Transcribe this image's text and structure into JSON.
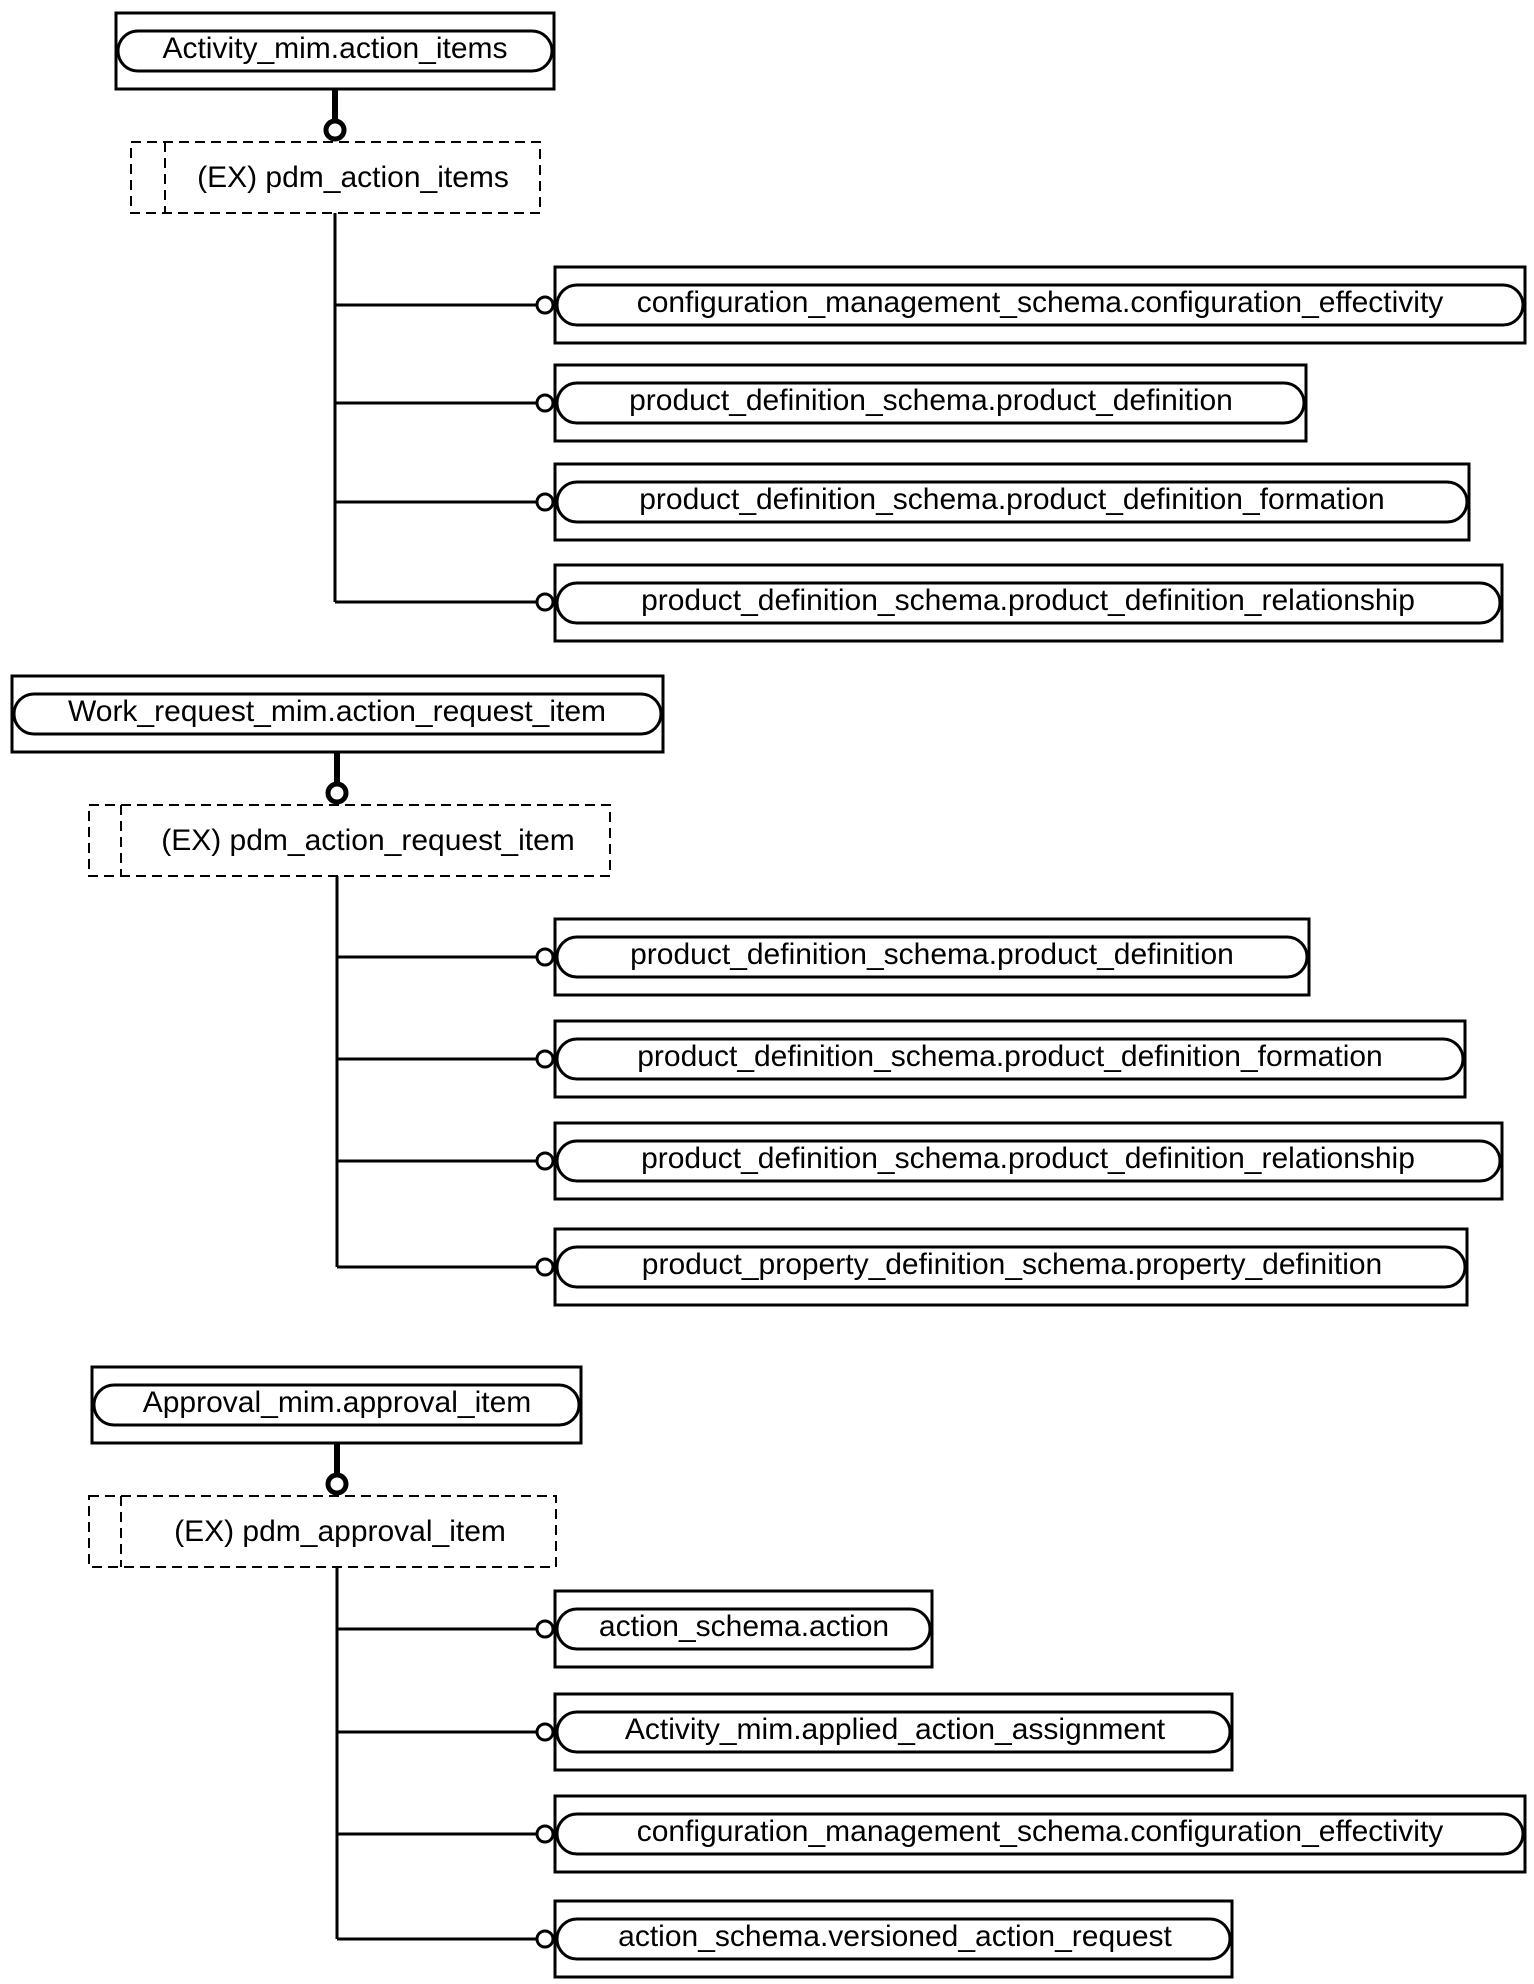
{
  "diagram": {
    "groups": [
      {
        "parent": "Activity_mim.action_items",
        "extension": "(EX) pdm_action_items",
        "children": [
          "configuration_management_schema.configuration_effectivity",
          "product_definition_schema.product_definition",
          "product_definition_schema.product_definition_formation",
          "product_definition_schema.product_definition_relationship"
        ]
      },
      {
        "parent": "Work_request_mim.action_request_item",
        "extension": "(EX) pdm_action_request_item",
        "children": [
          "product_definition_schema.product_definition",
          "product_definition_schema.product_definition_formation",
          "product_definition_schema.product_definition_relationship",
          "product_property_definition_schema.property_definition"
        ]
      },
      {
        "parent": "Approval_mim.approval_item",
        "extension": "(EX) pdm_approval_item",
        "children": [
          "action_schema.action",
          "Activity_mim.applied_action_assignment",
          "configuration_management_schema.configuration_effectivity",
          "action_schema.versioned_action_request"
        ]
      }
    ]
  }
}
